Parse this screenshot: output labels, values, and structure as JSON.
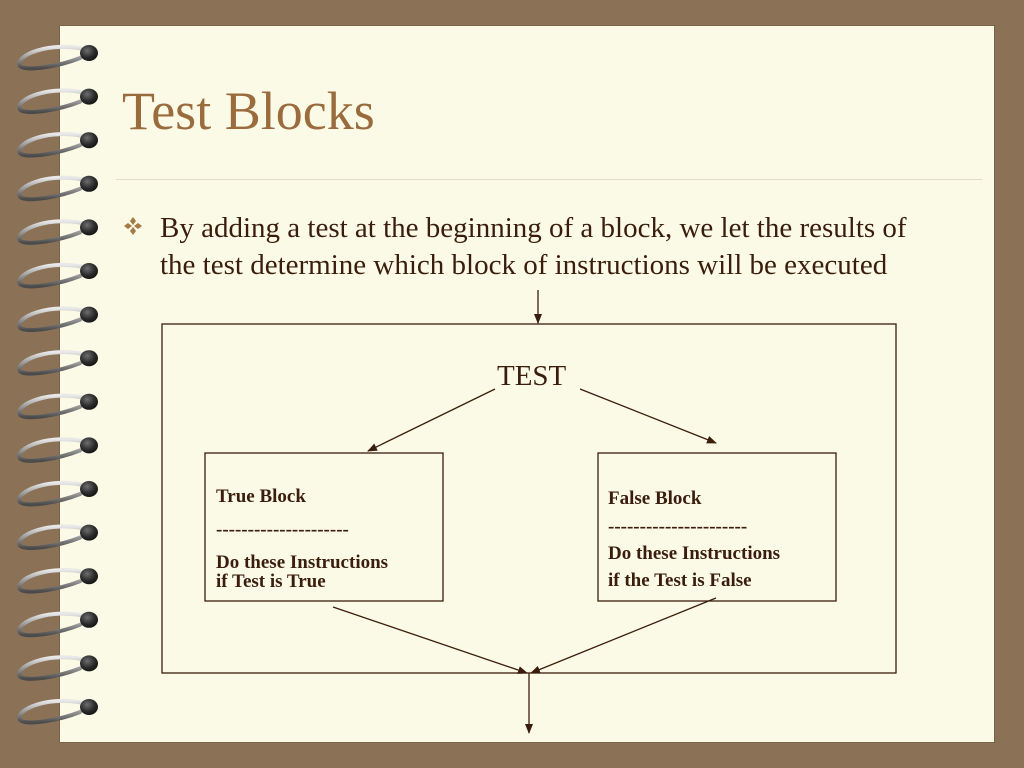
{
  "slide": {
    "title": "Test Blocks",
    "bullet": "By adding a test at the beginning of a block, we let the results of the test determine which block of instructions will be executed",
    "colors": {
      "background": "#8b7257",
      "page": "#fafae6",
      "title": "#9a6b3c",
      "text": "#3b1d0d"
    }
  },
  "diagram": {
    "test_label": "TEST",
    "true_block": {
      "title": "True Block",
      "divider": "---------------------",
      "line1": "Do these Instructions",
      "line2": "if Test is True"
    },
    "false_block": {
      "title": "False Block",
      "divider": "----------------------",
      "line1": "Do these Instructions",
      "line2": "if the Test is False"
    }
  }
}
